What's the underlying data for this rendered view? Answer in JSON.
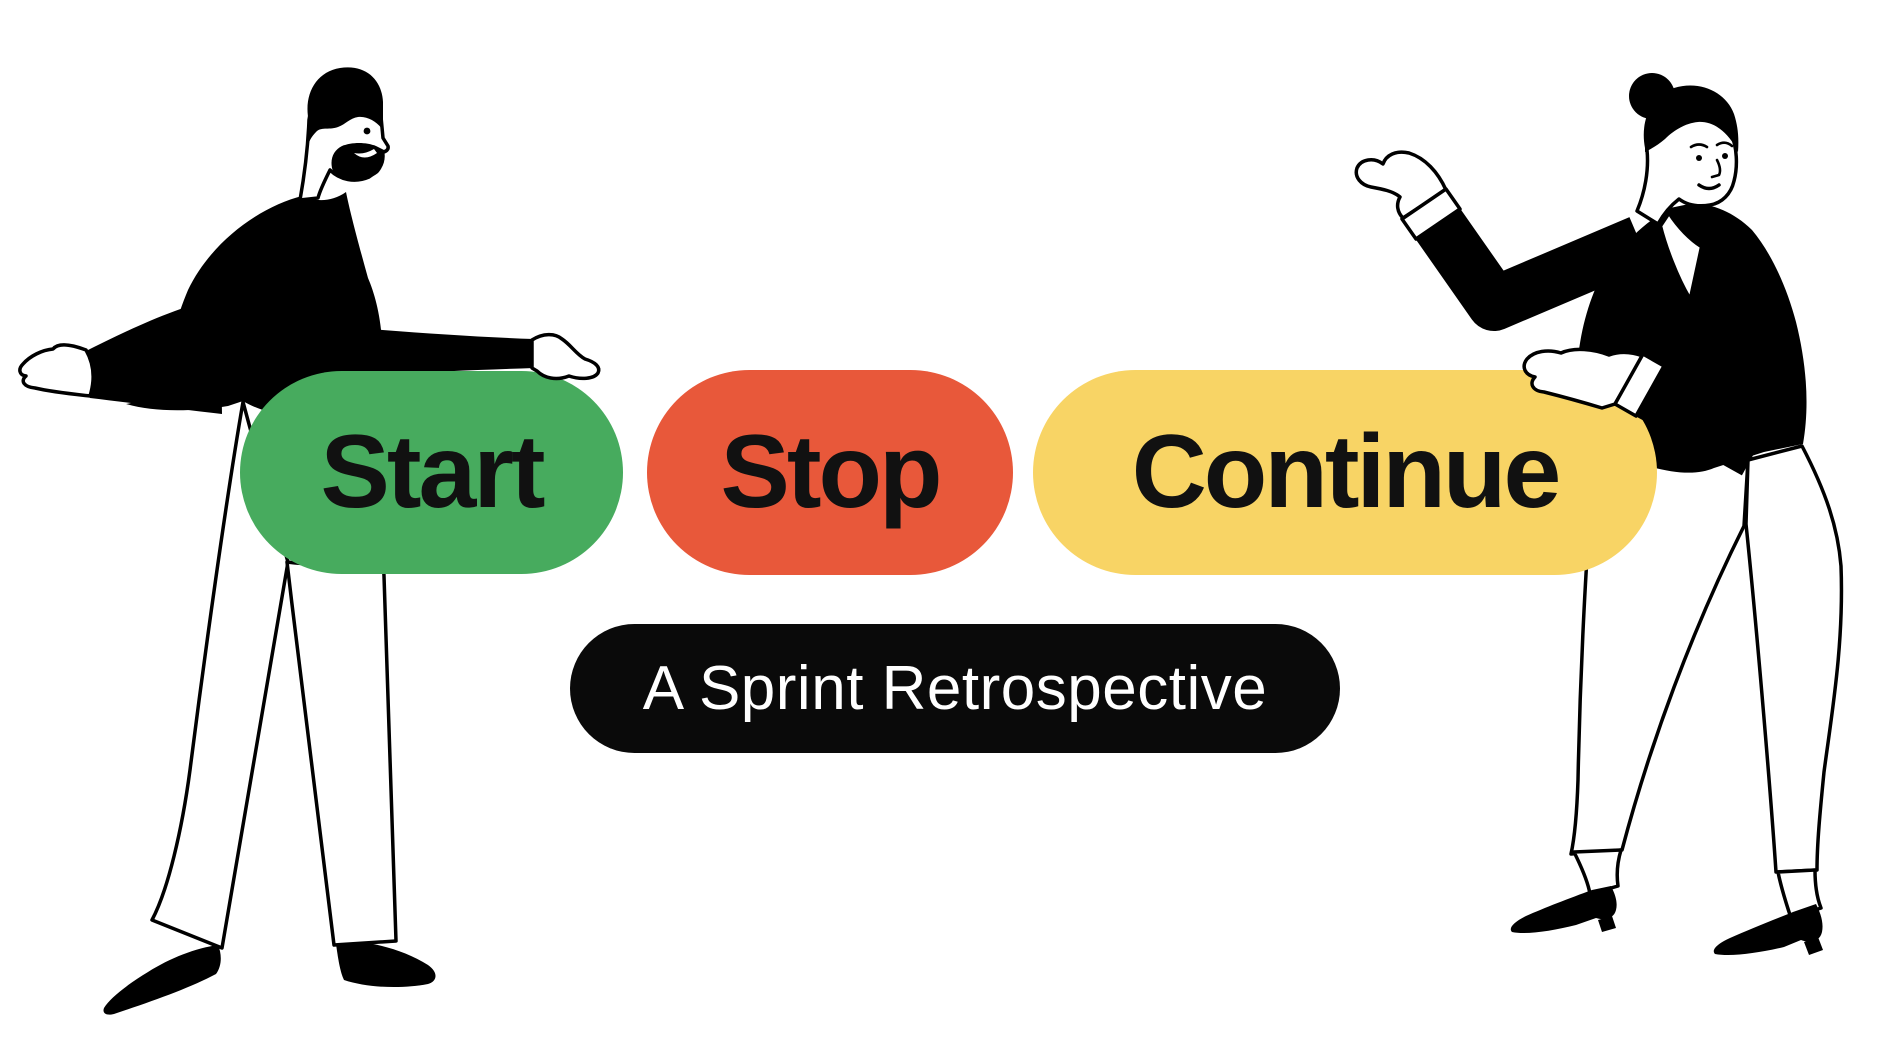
{
  "canvas": {
    "background": "#ffffff",
    "ink": "#000000",
    "label_text_color": "#111111"
  },
  "title": {
    "badges": [
      {
        "label": "Start",
        "color": "#47ab5e"
      },
      {
        "label": "Stop",
        "color": "#e8583a"
      },
      {
        "label": "Continue",
        "color": "#f8d465"
      }
    ],
    "subtitle": {
      "label": "A Sprint Retrospective",
      "background": "#0a0a0a",
      "text_color": "#ffffff"
    }
  },
  "illustrations": {
    "left": "presenting-man",
    "right": "presenting-woman"
  }
}
